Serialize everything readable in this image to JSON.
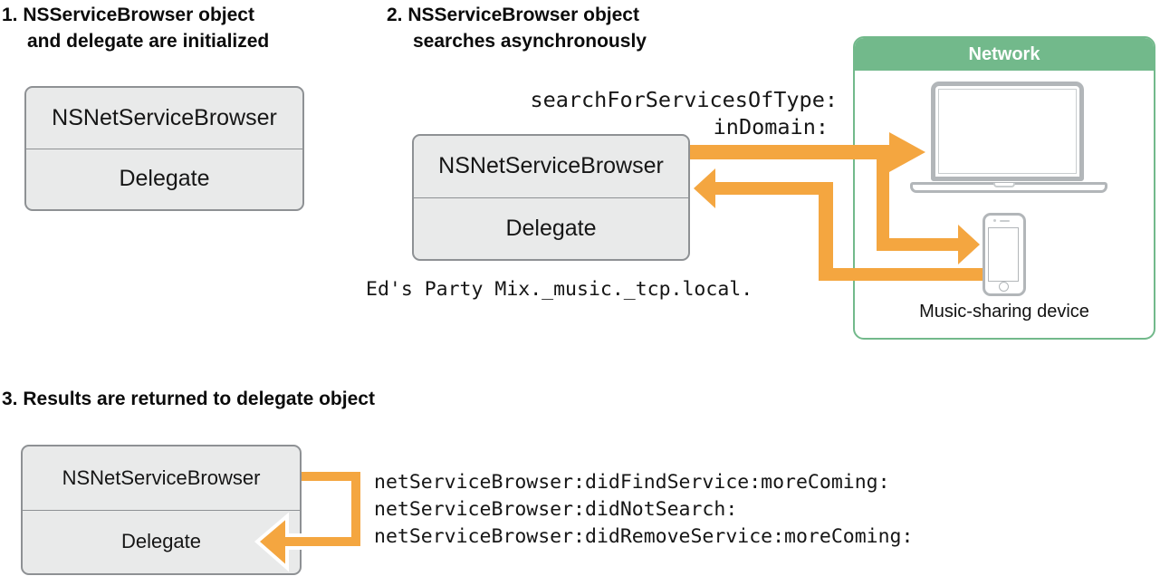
{
  "s1": {
    "heading_line1": "1. NSServiceBrowser object",
    "heading_line2": "and delegate are initialized",
    "box_top": "NSNetServiceBrowser",
    "box_bottom": "Delegate"
  },
  "s2": {
    "heading_line1": "2. NSServiceBrowser object",
    "heading_line2": "searches asynchronously",
    "call_line1": "searchForServicesOfType:",
    "call_line2": "inDomain:",
    "box_top": "NSNetServiceBrowser",
    "box_bottom": "Delegate",
    "service_found": "Ed's Party Mix._music._tcp.local."
  },
  "s3": {
    "heading": "3. Results are returned to delegate object",
    "box_top": "NSNetServiceBrowser",
    "box_bottom": "Delegate",
    "methods": [
      "netServiceBrowser:didFindService:moreComing:",
      "netServiceBrowser:didNotSearch:",
      "netServiceBrowser:didRemoveService:moreComing:"
    ]
  },
  "network": {
    "title": "Network",
    "device_label": "Music-sharing device"
  },
  "colors": {
    "arrow_orange": "#F4A640",
    "network_green": "#72B98B",
    "box_fill": "#E9EAEA",
    "box_border": "#8E9194",
    "device_gray": "#B2B6B9"
  }
}
